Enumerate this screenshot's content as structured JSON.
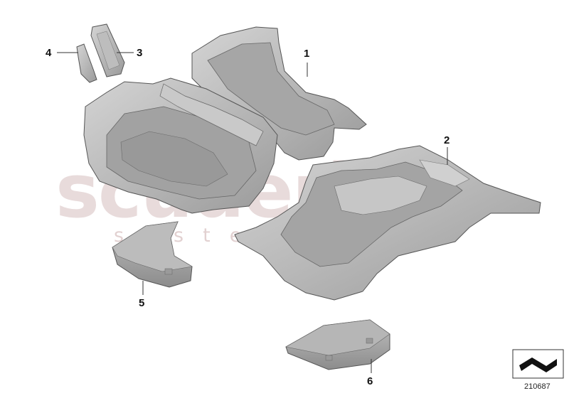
{
  "callouts": {
    "c1": "1",
    "c2": "2",
    "c3": "3",
    "c4": "4",
    "c5": "5",
    "c6": "6"
  },
  "watermark": {
    "brand": "scuderia",
    "tagline": "systems"
  },
  "diagram_code": "210687",
  "colors": {
    "part_fill": "#b4b4b4",
    "part_light": "#d2d2d2",
    "part_dark": "#8e8e8e",
    "line": "#555555",
    "watermark": "#d6bebe"
  },
  "icons": [
    "nav-arrow-icon"
  ]
}
